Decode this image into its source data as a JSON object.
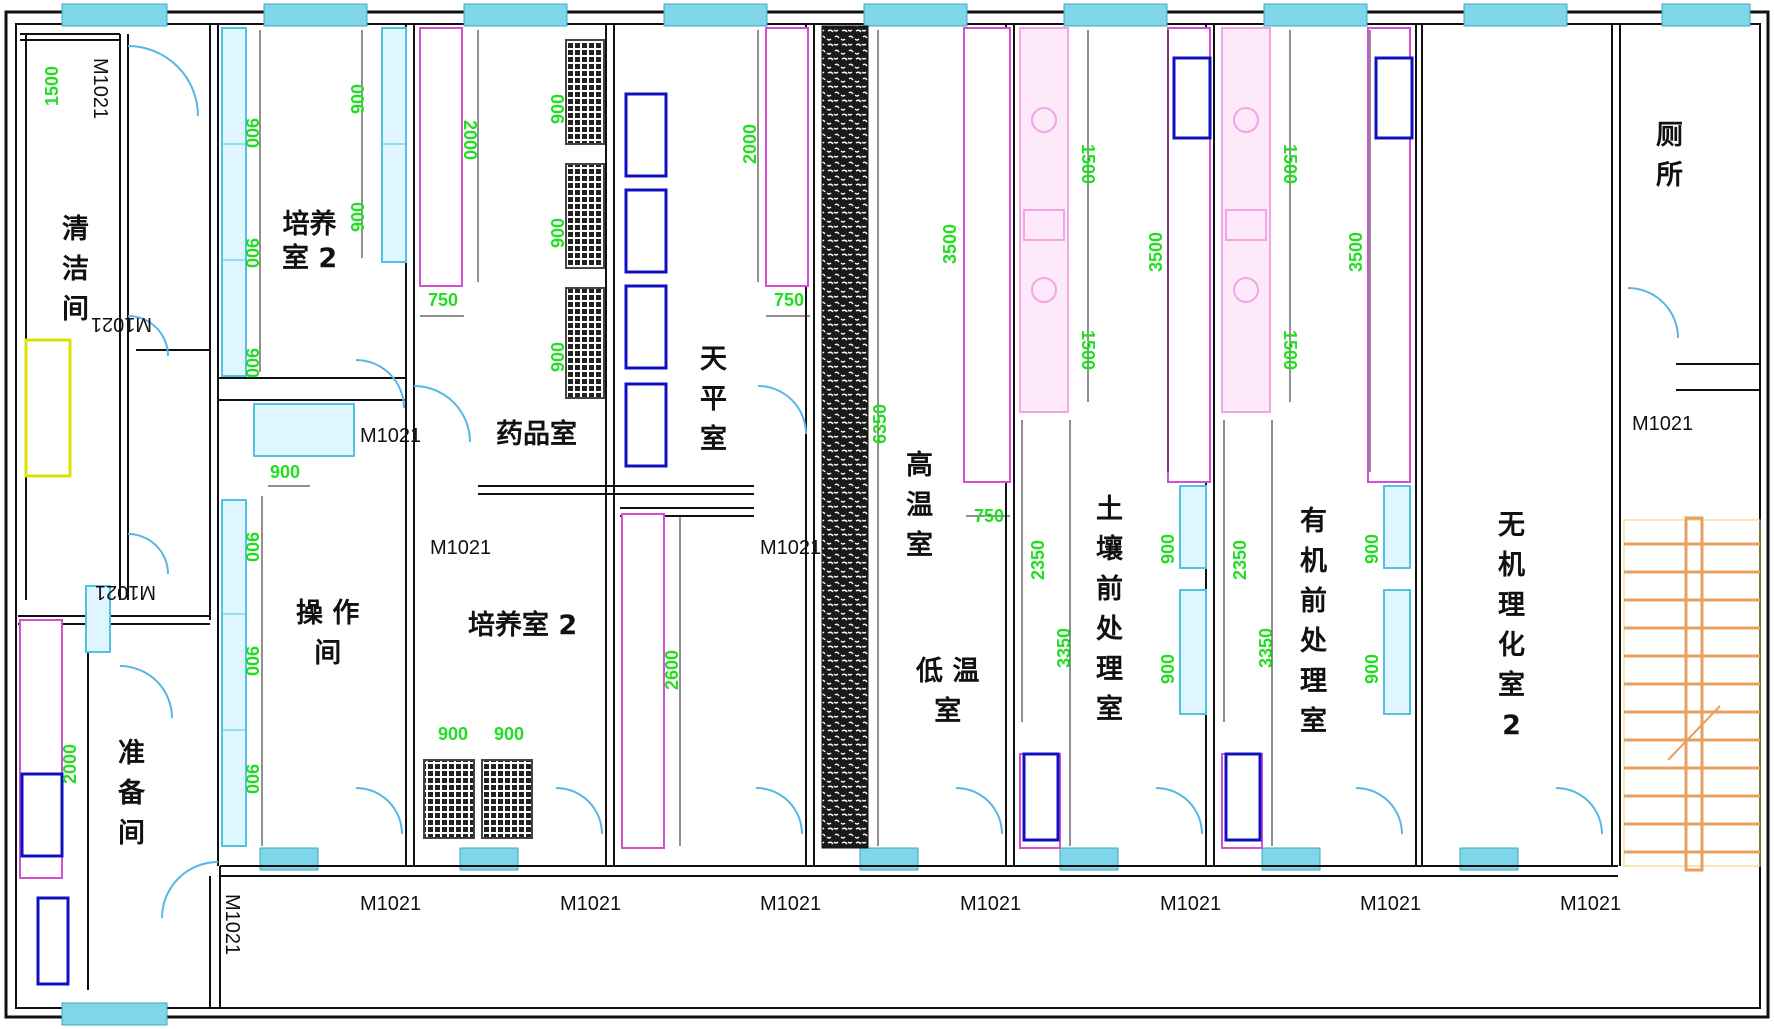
{
  "rooms": {
    "cleaning": "清\n洁\n间",
    "culture_a": "培养\n室 2",
    "medicine": "药品室",
    "balance": "天\n平\n室",
    "high_temp": "高\n温\n室",
    "low_temp": "低 温\n室",
    "soil_prep": "土\n壤\n前\n处\n理\n室",
    "organic_prep": "有\n机\n前\n处\n理\n室",
    "inorganic": "无\n机\n理\n化\n室\n2",
    "toilet": "厕\n所",
    "operation": "操 作\n间",
    "culture_b": "培养室 2",
    "prep": "准\n备\n间"
  },
  "door_code": "M1021",
  "dims": {
    "d900": "900",
    "d1500": "1500",
    "d2000": "2000",
    "d750": "750",
    "d3500": "3500",
    "d2350": "2350",
    "d3350": "3350",
    "d2600": "2600",
    "d6350": "6350"
  },
  "colors": {
    "wall": "#111111",
    "window": "#7fd6e8",
    "dimension": "#22dd22",
    "bench_pink": "#e58ae5",
    "hood_pink": "#f2a6e4",
    "fixture_blue": "#1010c0",
    "door_arc": "#58b6e6",
    "stair": "#e8a060"
  }
}
